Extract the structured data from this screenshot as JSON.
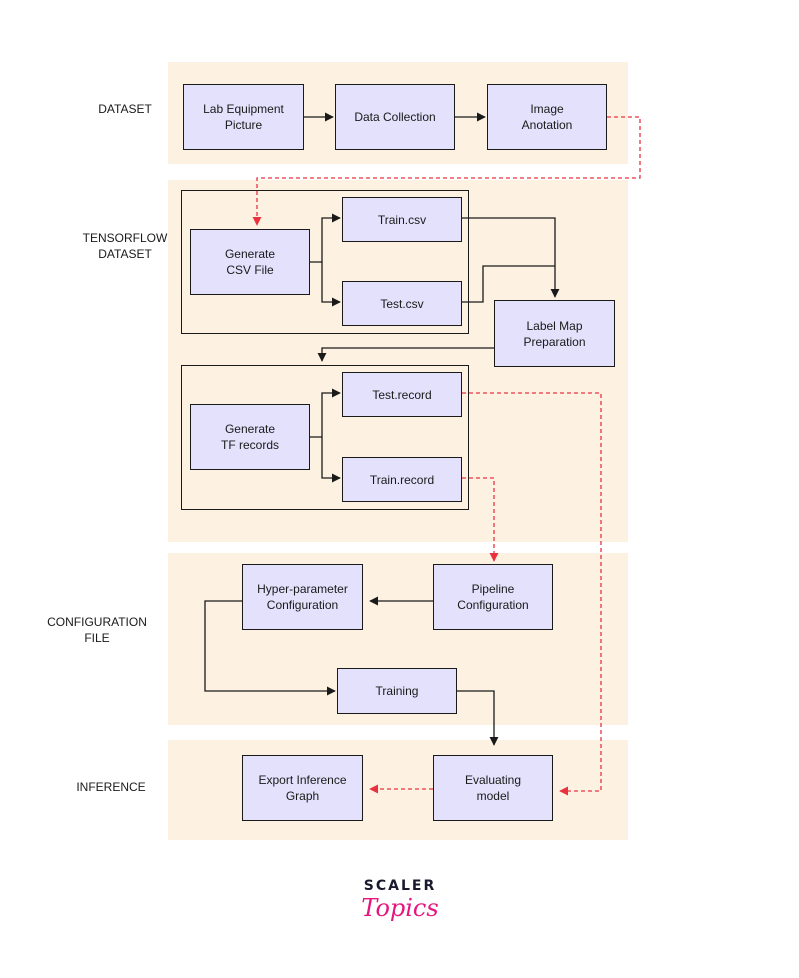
{
  "sections": {
    "dataset": "DATASET",
    "tensorflow_dataset": "TENSORFLOW\nDATASET",
    "configuration_file": "CONFIGURATION\nFILE",
    "inference": "INFERENCE"
  },
  "nodes": {
    "lab_equipment_picture": "Lab Equipment\nPicture",
    "data_collection": "Data Collection",
    "image_anotation": "Image\nAnotation",
    "generate_csv_file": "Generate\nCSV File",
    "train_csv": "Train.csv",
    "test_csv": "Test.csv",
    "label_map_preparation": "Label Map\nPreparation",
    "generate_tf_records": "Generate\nTF records",
    "test_record": "Test.record",
    "train_record": "Train.record",
    "hyper_parameter_configuration": "Hyper-parameter\nConfiguration",
    "pipeline_configuration": "Pipeline\nConfiguration",
    "training": "Training",
    "export_inference_graph": "Export Inference\nGraph",
    "evaluating_model": "Evaluating\nmodel"
  },
  "edges": [
    {
      "from": "lab_equipment_picture",
      "to": "data_collection",
      "style": "solid"
    },
    {
      "from": "data_collection",
      "to": "image_anotation",
      "style": "solid"
    },
    {
      "from": "image_anotation",
      "to": "generate_csv_file",
      "style": "dashed"
    },
    {
      "from": "generate_csv_file",
      "to": "train_csv",
      "style": "solid"
    },
    {
      "from": "generate_csv_file",
      "to": "test_csv",
      "style": "solid"
    },
    {
      "from": "train_csv",
      "to": "label_map_preparation",
      "style": "solid"
    },
    {
      "from": "test_csv",
      "to": "label_map_preparation",
      "style": "solid"
    },
    {
      "from": "label_map_preparation",
      "to": "generate_tf_records",
      "style": "solid"
    },
    {
      "from": "generate_tf_records",
      "to": "test_record",
      "style": "solid"
    },
    {
      "from": "generate_tf_records",
      "to": "train_record",
      "style": "solid"
    },
    {
      "from": "train_record",
      "to": "pipeline_configuration",
      "style": "dashed"
    },
    {
      "from": "test_record",
      "to": "evaluating_model",
      "style": "dashed"
    },
    {
      "from": "pipeline_configuration",
      "to": "hyper_parameter_configuration",
      "style": "solid"
    },
    {
      "from": "hyper_parameter_configuration",
      "to": "training",
      "style": "solid"
    },
    {
      "from": "training",
      "to": "evaluating_model",
      "style": "solid"
    },
    {
      "from": "evaluating_model",
      "to": "export_inference_graph",
      "style": "dashed"
    }
  ],
  "logo": {
    "line1": "SCALER",
    "line2": "Topics"
  },
  "colors": {
    "band": "#fdf1e2",
    "node_fill": "#e3e1fb",
    "solid_edge": "#1a1a1a",
    "dashed_edge": "#e8333f",
    "logo_script": "#e4177f"
  }
}
